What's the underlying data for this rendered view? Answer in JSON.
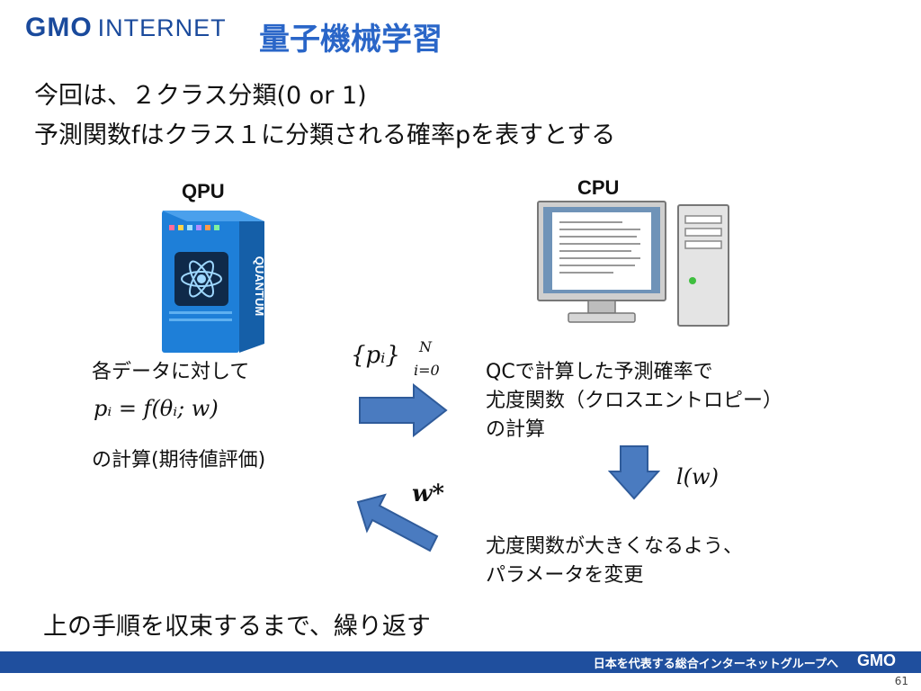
{
  "header": {
    "logo_gmo": "GMO",
    "logo_internet": "INTERNET",
    "title": "量子機械学習"
  },
  "intro": {
    "line1": "今回は、２クラス分類(0 or 1)",
    "line2": "予測関数fはクラス１に分類される確率pを表すとする"
  },
  "devices": {
    "qpu_label": "QPU",
    "qpu_brand": "QUANTUM",
    "cpu_label": "CPU"
  },
  "steps": {
    "left_line1": "各データに対して",
    "left_math": "pᵢ = f(θᵢ; w)",
    "left_line2": "の計算(期待値評価)",
    "set_math_main": "{pᵢ}",
    "set_math_sup": "N",
    "set_math_sub": "i=0",
    "right_line1": "QCで計算した予測確率で",
    "right_line2": "尤度関数（クロスエントロピー）",
    "right_line3": "の計算",
    "loss_math": "l(w)",
    "wstar_math": "w*",
    "update_line1": "尤度関数が大きくなるよう、",
    "update_line2": "パラメータを変更"
  },
  "conclusion": "上の手順を収束するまで、繰り返す",
  "footer": {
    "tagline": "日本を代表する総合インターネットグループへ",
    "gmo": "GMO"
  },
  "page_number": "61",
  "colors": {
    "brand_blue": "#1a4a9c",
    "title_blue": "#2a66c8",
    "arrow_blue": "#4a7bc0",
    "qpu_blue": "#1e7fd8"
  }
}
